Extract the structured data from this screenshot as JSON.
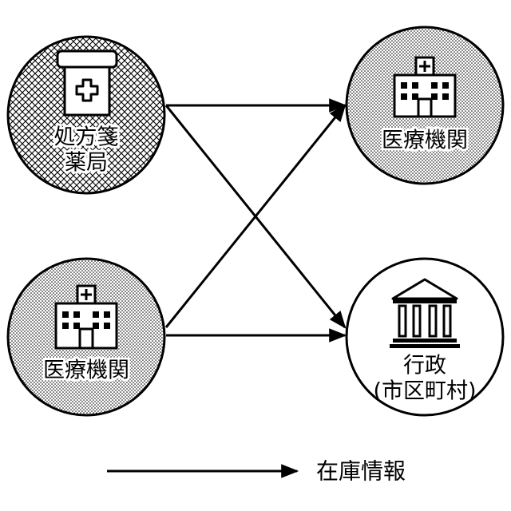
{
  "nodes": {
    "pharmacy": {
      "line1": "処方箋",
      "line2": "薬局"
    },
    "medical_left": {
      "label": "医療機関"
    },
    "medical_right": {
      "label": "医療機関"
    },
    "government": {
      "line1": "行政",
      "line2": "(市区町村)"
    }
  },
  "legend": {
    "label": "在庫情報"
  },
  "icons": {
    "pharmacy": "pharmacy-building-icon",
    "hospital": "hospital-building-icon",
    "government": "government-building-icon"
  },
  "colors": {
    "stroke": "#000000",
    "background": "#ffffff"
  }
}
